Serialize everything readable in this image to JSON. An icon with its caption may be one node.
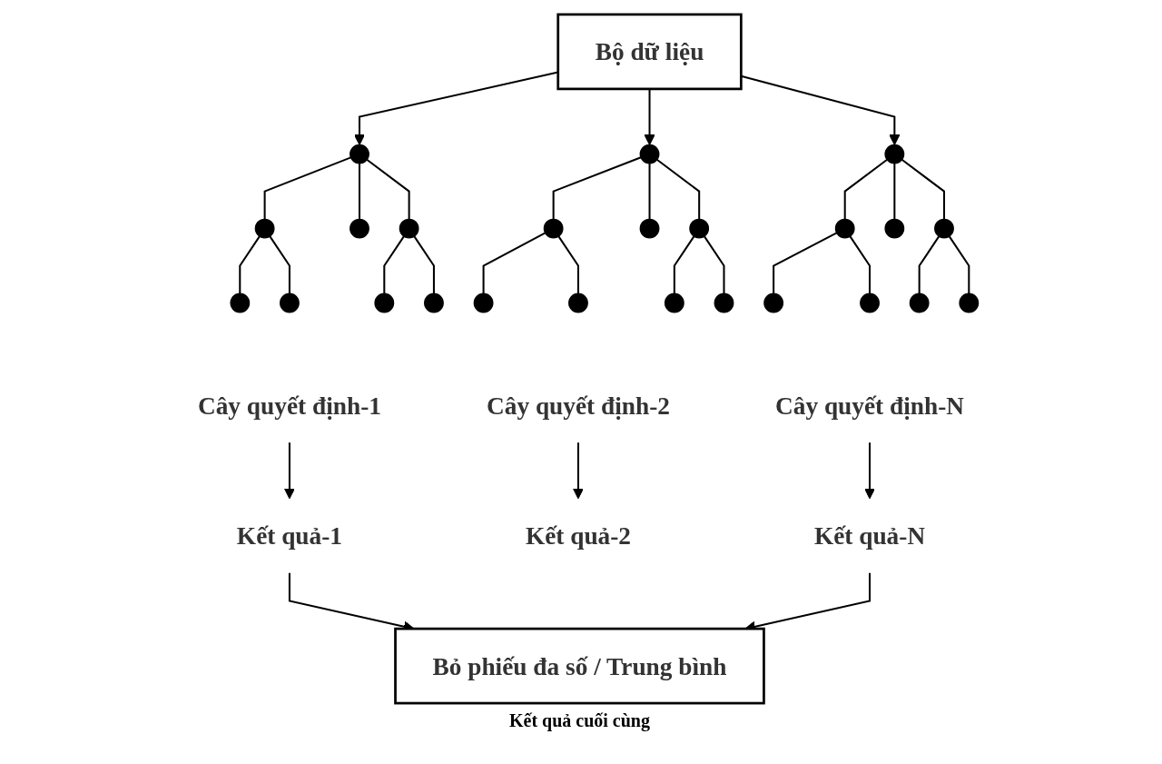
{
  "diagram": {
    "nodes": [
      {
        "text": [
          "Bộ dữ liệu"
        ]
      },
      {
        "text": [],
        "shape": "circle"
      },
      {
        "text": [],
        "shape": "circle"
      },
      {
        "text": [],
        "shape": "circle"
      },
      {
        "text": [],
        "shape": "circle"
      },
      {
        "text": [],
        "shape": "circle"
      },
      {
        "text": [],
        "shape": "circle"
      },
      {
        "text": [],
        "shape": "circle"
      },
      {
        "text": [],
        "shape": "circle"
      },
      {
        "text": [],
        "shape": "circle"
      },
      {
        "text": [],
        "shape": "circle"
      },
      {
        "text": [],
        "shape": "circle"
      },
      {
        "text": [],
        "shape": "circle"
      },
      {
        "text": [],
        "shape": "circle"
      },
      {
        "text": [],
        "shape": "circle"
      },
      {
        "text": [],
        "shape": "circle"
      },
      {
        "text": [],
        "shape": "circle"
      },
      {
        "text": [],
        "shape": "circle"
      },
      {
        "text": [],
        "shape": "circle"
      },
      {
        "text": [],
        "shape": "circle"
      },
      {
        "text": [],
        "shape": "circle"
      },
      {
        "text": [],
        "shape": "circle"
      },
      {
        "text": [],
        "shape": "circle"
      },
      {
        "text": [],
        "shape": "circle"
      },
      {
        "text": [],
        "shape": "circle"
      },
      {
        "text": [
          "Cây quyết định-1"
        ]
      },
      {
        "text": [
          "Cây quyết định-2"
        ]
      },
      {
        "text": [
          "Cây quyết định-N"
        ]
      },
      {
        "text": [
          "Kết quả-1"
        ]
      },
      {
        "text": [
          "Kết quả-2"
        ]
      },
      {
        "text": [
          "Kết quả-N"
        ]
      },
      {
        "text": [
          "Bỏ phiếu đa số / Trung bình"
        ],
        "beside": [
          "Kết quả cuối cùng"
        ]
      }
    ],
    "edges": [
      {
        "from": 0,
        "to": 1,
        "arrow": "to"
      },
      {
        "from": 0,
        "to": 9,
        "arrow": "to"
      },
      {
        "from": 0,
        "to": 17,
        "arrow": "to"
      },
      {
        "from": 1,
        "to": 2,
        "arrow": "none"
      },
      {
        "from": 1,
        "to": 3,
        "arrow": "none"
      },
      {
        "from": 1,
        "to": 4,
        "arrow": "none"
      },
      {
        "from": 2,
        "to": 5,
        "arrow": "none"
      },
      {
        "from": 2,
        "to": 6,
        "arrow": "none"
      },
      {
        "from": 4,
        "to": 7,
        "arrow": "none"
      },
      {
        "from": 4,
        "to": 8,
        "arrow": "none"
      },
      {
        "from": 9,
        "to": 10,
        "arrow": "none"
      },
      {
        "from": 9,
        "to": 11,
        "arrow": "none"
      },
      {
        "from": 9,
        "to": 12,
        "arrow": "none"
      },
      {
        "from": 10,
        "to": 13,
        "arrow": "none"
      },
      {
        "from": 10,
        "to": 14,
        "arrow": "none"
      },
      {
        "from": 12,
        "to": 15,
        "arrow": "none"
      },
      {
        "from": 12,
        "to": 16,
        "arrow": "none"
      },
      {
        "from": 17,
        "to": 18,
        "arrow": "none"
      },
      {
        "from": 17,
        "to": 19,
        "arrow": "none"
      },
      {
        "from": 17,
        "to": 20,
        "arrow": "none"
      },
      {
        "from": 18,
        "to": 21,
        "arrow": "none"
      },
      {
        "from": 18,
        "to": 22,
        "arrow": "none"
      },
      {
        "from": 20,
        "to": 23,
        "arrow": "none"
      },
      {
        "from": 20,
        "to": 24,
        "arrow": "none"
      },
      {
        "from": 25,
        "to": 28,
        "arrow": "to"
      },
      {
        "from": 26,
        "to": 29,
        "arrow": "to"
      },
      {
        "from": 27,
        "to": 30,
        "arrow": "to"
      },
      {
        "from": 28,
        "to": 31,
        "arrow": "to"
      },
      {
        "from": 30,
        "to": 31,
        "arrow": "to"
      }
    ]
  }
}
